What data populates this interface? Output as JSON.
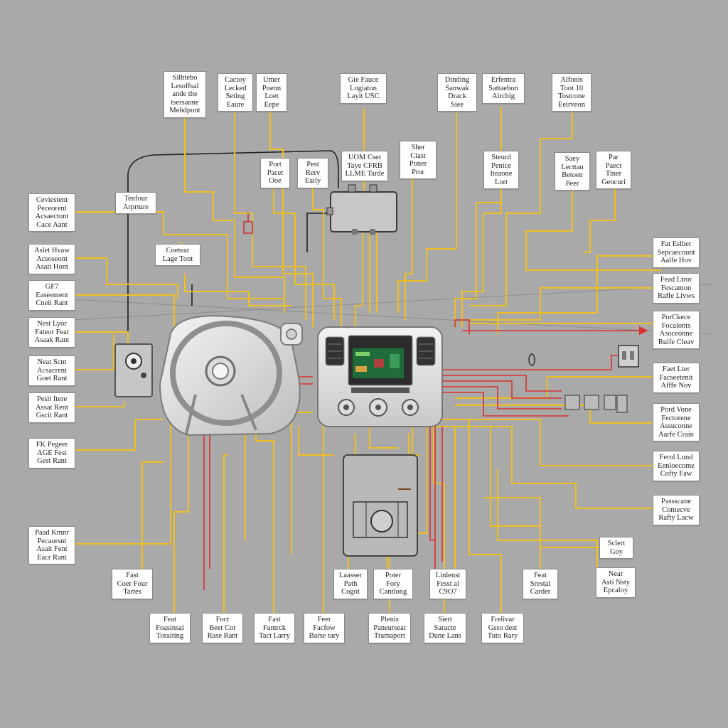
{
  "colors": {
    "background": "#a9a9a9",
    "signal_wire": "#f0c020",
    "power_wire": "#d83030",
    "ground_wire": "#222222",
    "screen": "#1f6b3a"
  },
  "labels": {
    "top_row": [
      {
        "id": "t1",
        "lines": [
          "Silbtebo",
          "Lesoffsal",
          "ande the",
          "tsersanne",
          "Mehdpont"
        ]
      },
      {
        "id": "t2",
        "lines": [
          "Cactoy",
          "Lecked",
          "Seting",
          "Eaure"
        ]
      },
      {
        "id": "t3",
        "lines": [
          "Umer",
          "Poenn",
          "Loet",
          "Eepe"
        ]
      },
      {
        "id": "t4",
        "lines": [
          "Gie Fauce",
          "Logiaton",
          "Layit USC"
        ]
      },
      {
        "id": "t5",
        "lines": [
          "Dinding",
          "Sanwak",
          "Drack",
          "Siee"
        ]
      },
      {
        "id": "t6",
        "lines": [
          "Erfentra",
          "Sattaebon",
          "Aircbig"
        ]
      },
      {
        "id": "t7",
        "lines": [
          "Alfonis",
          "Toot 10",
          "Tostcone",
          "Eeirveon"
        ]
      }
    ],
    "second_row": [
      {
        "id": "s1",
        "lines": [
          "Port",
          "Pacet",
          "Ooe"
        ]
      },
      {
        "id": "s2",
        "lines": [
          "Pest",
          "Rerv",
          "Eaily"
        ]
      },
      {
        "id": "s3",
        "lines": [
          "UOM Cser",
          "Taye CFRB",
          "LLME Tarde"
        ]
      },
      {
        "id": "s4",
        "lines": [
          "Sher",
          "Ciast",
          "Poner",
          "Pror"
        ]
      },
      {
        "id": "s5",
        "lines": [
          "Steurd",
          "Penice",
          "Iteaone",
          "Lort"
        ]
      },
      {
        "id": "s6",
        "lines": [
          "Saey",
          "Lecttan",
          "Betoen",
          "Peer"
        ]
      },
      {
        "id": "s7",
        "lines": [
          "Par",
          "Paect",
          "Tiner",
          "Gencuri"
        ]
      }
    ],
    "left_col": [
      {
        "id": "l0",
        "lines": [
          "Tenfour",
          "Arprture"
        ]
      },
      {
        "id": "l1",
        "lines": [
          "Ceviestent",
          "Peceorent",
          "Acsaectont",
          "Cace Aant"
        ]
      },
      {
        "id": "l2",
        "lines": [
          "Coetear",
          "Lage Tont"
        ]
      },
      {
        "id": "l3",
        "lines": [
          "Aslet Hvaw",
          "Acsoseont",
          "Asait Hont"
        ]
      },
      {
        "id": "l4",
        "lines": [
          "GF7",
          "Easeement",
          "Cneit Rant"
        ]
      },
      {
        "id": "l5",
        "lines": [
          "Nest Lyor",
          "Fateor Feat",
          "Asaak Rant"
        ]
      },
      {
        "id": "l6",
        "lines": [
          "Neat Scnt",
          "Acsacrent",
          "Goet Rant"
        ]
      },
      {
        "id": "l7",
        "lines": [
          "Pesit Itere",
          "Assat Rent",
          "Gscit Rant"
        ]
      },
      {
        "id": "l8",
        "lines": [
          "FK Pegeer",
          "AGE Fest",
          "Gest Rant"
        ]
      },
      {
        "id": "l9",
        "lines": [
          "Paad Kmnr",
          "Pecaorsnt",
          "Asait Fent",
          "Eacr Rant"
        ]
      }
    ],
    "right_col": [
      {
        "id": "r1",
        "lines": [
          "Fat Eslber",
          "Sepcaecount",
          "Aalfe Hov"
        ]
      },
      {
        "id": "r2",
        "lines": [
          "Fead Ltror",
          "Fescamon",
          "Raffe Livws"
        ]
      },
      {
        "id": "r3",
        "lines": [
          "PorCkece",
          "Focalonts",
          "Asoceonne",
          "Ruife Cleav"
        ]
      },
      {
        "id": "r4",
        "lines": [
          "Faet Lter",
          "Facseetenit",
          "Afffe Nov"
        ]
      },
      {
        "id": "r5",
        "lines": [
          "Pord Vone",
          "Fectorene",
          "Assuconne",
          "Aarfe Crain"
        ]
      },
      {
        "id": "r6",
        "lines": [
          "Ferol Lund",
          "Eenloecome",
          "Cofty Faw"
        ]
      },
      {
        "id": "r7",
        "lines": [
          "Passscane",
          "Contecve",
          "Rafty Lacw"
        ]
      },
      {
        "id": "r8",
        "lines": [
          "Sclert",
          "Goy"
        ]
      },
      {
        "id": "r9",
        "lines": [
          "Near",
          "Asti Nsty",
          "Epcaloy"
        ]
      }
    ],
    "lower_row": [
      {
        "id": "m1",
        "lines": [
          "Fast",
          "Coer Four",
          "Tartes"
        ]
      },
      {
        "id": "m2",
        "lines": [
          "Laasser",
          "Path",
          "Cogot"
        ]
      },
      {
        "id": "m3",
        "lines": [
          "Poter",
          "Fory",
          "Cantlong"
        ]
      },
      {
        "id": "m4",
        "lines": [
          "Linlenst",
          "Fesst al",
          "C9O7"
        ]
      },
      {
        "id": "m5",
        "lines": [
          "Feat",
          "Srestal",
          "Carder"
        ]
      }
    ],
    "bottom_row": [
      {
        "id": "b1",
        "lines": [
          "Feat",
          "Foasinsal",
          "Toraiting"
        ]
      },
      {
        "id": "b2",
        "lines": [
          "Foct",
          "Beet Cor",
          "Rase Rant"
        ]
      },
      {
        "id": "b3",
        "lines": [
          "Fast",
          "Fantrck",
          "Tact Larry"
        ]
      },
      {
        "id": "b4",
        "lines": [
          "Feer",
          "Facfow",
          "Barse tary"
        ]
      },
      {
        "id": "b5",
        "lines": [
          "Plenis",
          "Paneurseat",
          "Tramaport"
        ]
      },
      {
        "id": "b6",
        "lines": [
          "Siert",
          "Saracte",
          "Dune Lans"
        ]
      },
      {
        "id": "b7",
        "lines": [
          "Frelivar",
          "Gsso dest",
          "Tuto Rary"
        ]
      }
    ]
  }
}
